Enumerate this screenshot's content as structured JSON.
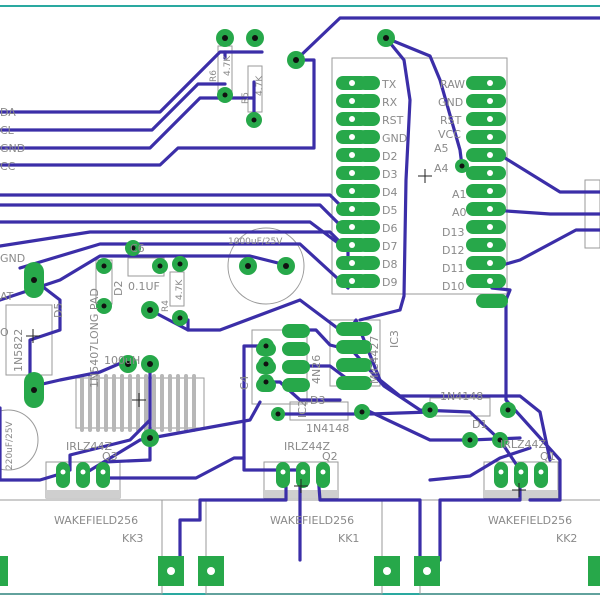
{
  "colors": {
    "trace": "#3b2ea8",
    "pad": "#27a84a",
    "silk": "#8a8a8a",
    "edge": "#2aa9a0"
  },
  "labels": {
    "header": [
      "DA",
      "CL",
      "GND",
      "CC"
    ],
    "left": [
      "GND",
      "AT",
      "O"
    ],
    "mcu_left": [
      "TX",
      "RX",
      "RST",
      "GND",
      "D2",
      "D3",
      "D4",
      "D5",
      "D6",
      "D7",
      "D8",
      "D9"
    ],
    "mcu_right": [
      "RAW",
      "GND",
      "RST",
      "VCC",
      "A5",
      "A4",
      "A1",
      "A0",
      "D13",
      "D12",
      "D11",
      "D10"
    ],
    "r_top": [
      "R6",
      "4.7K",
      "R5",
      "4.7K"
    ],
    "d5": "D5",
    "d5_part": "1N5822",
    "d2": "D2",
    "long_pad": "1N5407LONG PAD",
    "c6": "C6",
    "c6_val": "0.1UF",
    "r4": "R4",
    "r4_val": "4.7K",
    "c_big": "1000uF/25V",
    "c_small": "220uF/25V",
    "ind_val": "100uH",
    "c4": "C4",
    "ic": "4N26",
    "ic_ref": "IC2",
    "ic3": "MIC4427",
    "ic3_ref": "IC3",
    "d1": "D1",
    "d1_part": "1N4148",
    "d3": "D3",
    "d3_part": "1N4148",
    "q3": "IRLZ44Z",
    "q3_ref": "Q3",
    "q2": "IRLZ44Z",
    "q2_ref": "Q2",
    "q1": "IRLZ44Z",
    "q1_ref": "Q1",
    "heatsinks": [
      "WAKEFIELD256",
      "WAKEFIELD256",
      "WAKEFIELD256"
    ],
    "kk": [
      "KK3",
      "KK1",
      "KK2"
    ]
  }
}
